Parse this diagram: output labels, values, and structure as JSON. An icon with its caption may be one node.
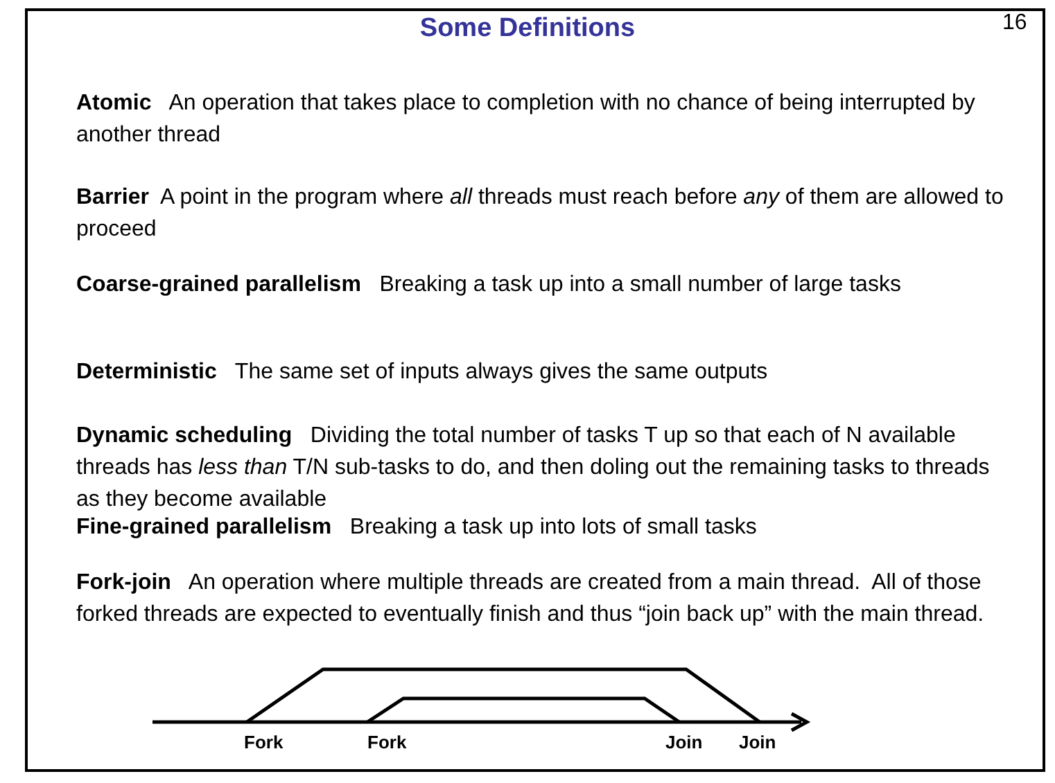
{
  "diagram": {
    "title": "Some Definitions",
    "labels": [
      "16",
      "**Atomic**   An operation that takes place to completion with no chance of being interrupted by another thread",
      "**Barrier**  A point in the program where *all* threads must reach before *any* of them are allowed to proceed",
      "**Coarse-grained parallelism**   Breaking a task up into a small number of large tasks",
      "**Deterministic**   The same set of inputs always gives the same outputs",
      "**Dynamic scheduling**   Dividing the total number of tasks T up so that each of N available threads has *less than* T/N sub-tasks to do, and then doling out the remaining tasks to threads as they become available",
      "**Fine-grained parallelism**   Breaking a task up into lots of small tasks",
      "**Fork-join**   An operation where multiple threads are created from a main thread.  All of those forked threads are expected to eventually finish and thus “join back up” with the main thread.",
      "Fork",
      "Fork",
      "Join",
      "Join"
    ]
  }
}
